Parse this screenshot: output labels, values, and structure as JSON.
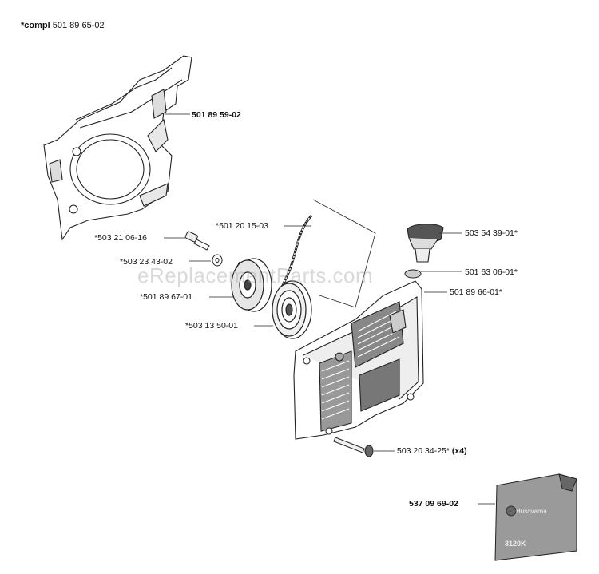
{
  "header": {
    "prefix": "*compl",
    "part_number": "501 89 65-02"
  },
  "watermark": "eReplacementParts.com",
  "decal_text": {
    "brand": "Husqvarna",
    "model": "3120K"
  },
  "parts": [
    {
      "id": "cover-left",
      "label": "501 89 59-02",
      "bold": true
    },
    {
      "id": "starter-rope",
      "label": "*501 20 15-03",
      "bold": false
    },
    {
      "id": "screw",
      "label": "*503 21 06-16",
      "bold": false
    },
    {
      "id": "washer",
      "label": "*503 23 43-02",
      "bold": false
    },
    {
      "id": "rope-pulley",
      "label": "*501 89 67-01",
      "bold": false
    },
    {
      "id": "recoil-spring",
      "label": "*503 13 50-01",
      "bold": false
    },
    {
      "id": "starter-handle",
      "label": "503 54 39-01*",
      "bold": false
    },
    {
      "id": "handle-insert",
      "label": "501 63 06-01*",
      "bold": false
    },
    {
      "id": "starter-housing",
      "label": "501 89 66-01*",
      "bold": false
    },
    {
      "id": "housing-screw",
      "label": "503 20 34-25*",
      "qty": "(x4)",
      "bold": false
    },
    {
      "id": "decal",
      "label": "537 09 69-02",
      "bold": true
    }
  ]
}
